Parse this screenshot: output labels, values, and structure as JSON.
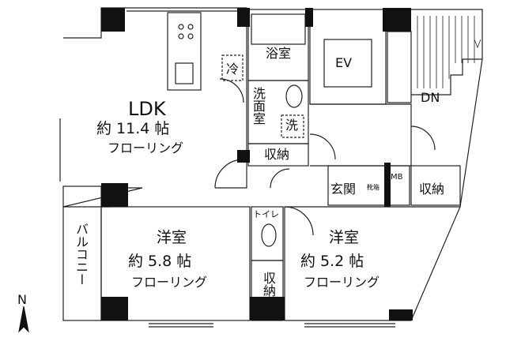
{
  "rooms": {
    "ldk": {
      "name": "LDK",
      "area": "約 11.4 帖",
      "floor": "フローリング"
    },
    "western1": {
      "name": "洋室",
      "area": "約 5.8 帖",
      "floor": "フローリング"
    },
    "western2": {
      "name": "洋室",
      "area": "約 5.2 帖",
      "floor": "フローリング"
    },
    "bath": "浴室",
    "washroom": "洗面室",
    "storage1": "収納",
    "storage2": "収納",
    "storage3": "収納",
    "entrance": "玄関",
    "shoe_box": "靴箱",
    "mb": "MB",
    "toilet": "トイレ",
    "elevator": "EV",
    "balcony": "バルコニー",
    "fridge": "冷",
    "washer": "洗",
    "stairs_down": "DN"
  },
  "compass": "N"
}
